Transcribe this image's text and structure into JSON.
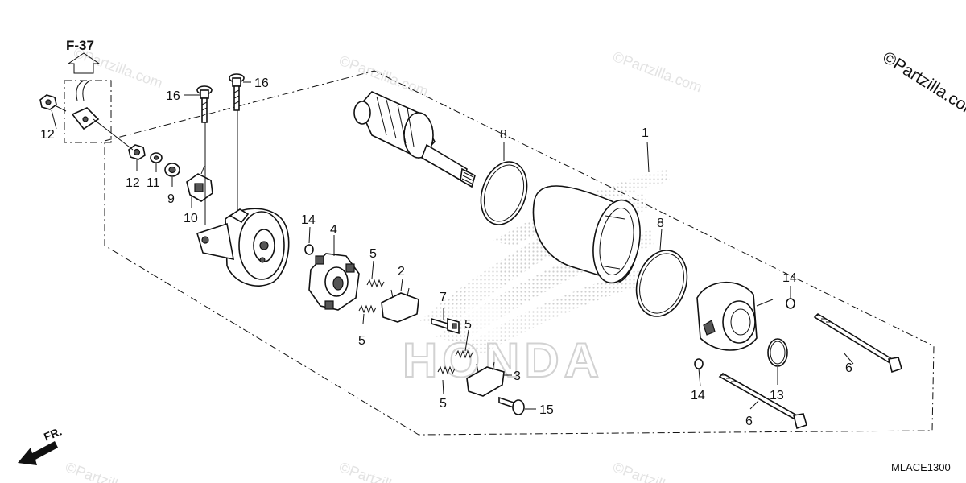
{
  "reference": {
    "label": "F-37"
  },
  "copyright": {
    "text": "©Partzilla.com"
  },
  "watermark": {
    "text": "©Partzilla.com"
  },
  "brand_watermark": {
    "text": "HONDA"
  },
  "direction": {
    "label": "FR."
  },
  "diagram_code": {
    "text": "MLACE1300"
  },
  "callouts": {
    "c1": "1",
    "c2": "2",
    "c3": "3",
    "c4": "4",
    "c5a": "5",
    "c5b": "5",
    "c5c": "5",
    "c5d": "5",
    "c6a": "6",
    "c6b": "6",
    "c7": "7",
    "c8a": "8",
    "c8b": "8",
    "c9": "9",
    "c10": "10",
    "c11": "11",
    "c12a": "12",
    "c12b": "12",
    "c13": "13",
    "c14a": "14",
    "c14b": "14",
    "c14c": "14",
    "c15": "15",
    "c16a": "16",
    "c16b": "16"
  }
}
